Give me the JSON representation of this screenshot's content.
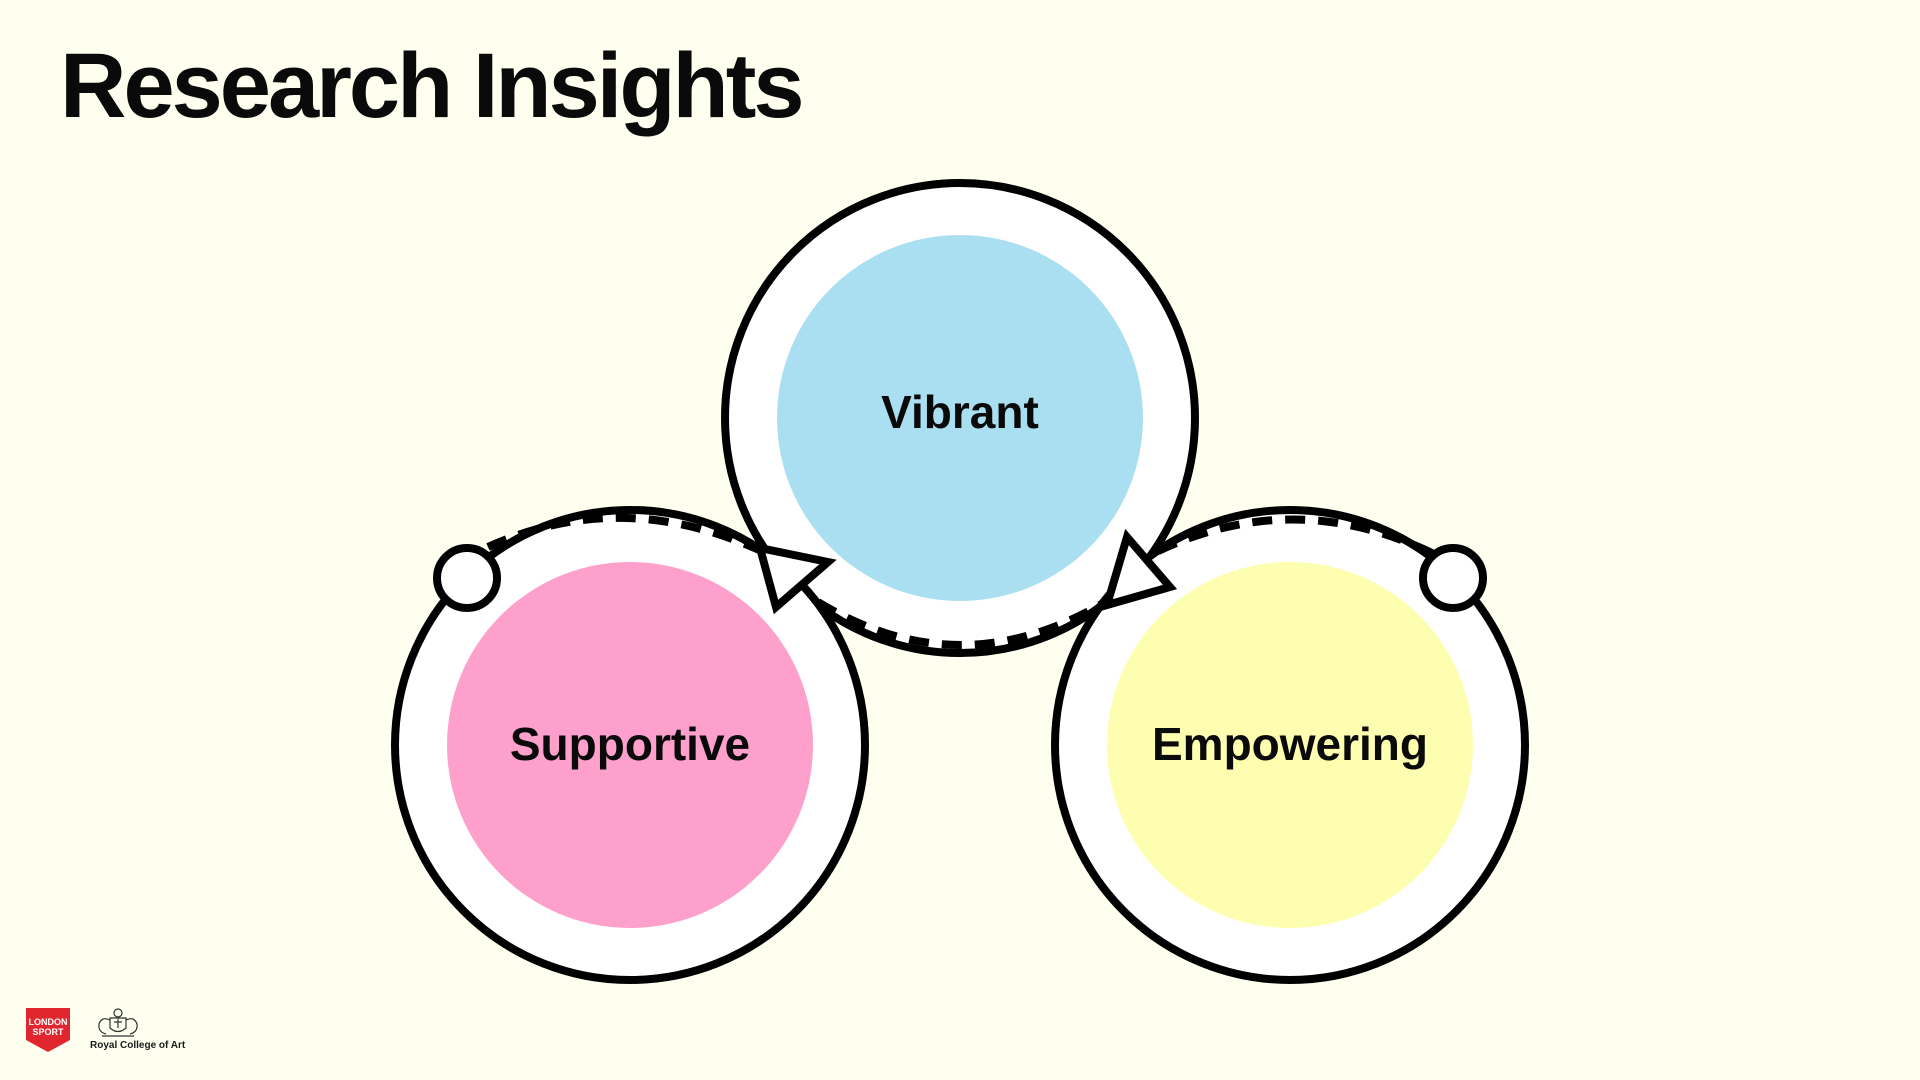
{
  "slide": {
    "title": "Research Insights",
    "background_color": "#FEFFEE"
  },
  "diagram": {
    "nodes": [
      {
        "id": "vibrant",
        "label": "Vibrant",
        "color": "#AADFF1"
      },
      {
        "id": "supportive",
        "label": "Supportive",
        "color": "#FEA0CC"
      },
      {
        "id": "empowering",
        "label": "Empowering",
        "color": "#FEFEB0"
      }
    ],
    "connectors": [
      {
        "from": "supportive",
        "to": "vibrant",
        "style": "dashed",
        "start_marker": "open-circle",
        "end_marker": "open-triangle-arrow"
      },
      {
        "from": "empowering",
        "to": "vibrant",
        "style": "dashed",
        "start_marker": "open-circle",
        "end_marker": "open-triangle-arrow"
      },
      {
        "from": "vibrant",
        "to": "empowering",
        "style": "dashed",
        "start_marker": "none",
        "end_marker": "none"
      }
    ]
  },
  "footer": {
    "london_sport_lines": [
      "LONDON",
      "SPORT"
    ],
    "london_sport_color": "#E0262F",
    "rca_name": "Royal College of Art",
    "london_sport_icon": "shield-badge-logo",
    "rca_icon": "heraldic-crest-logo"
  }
}
